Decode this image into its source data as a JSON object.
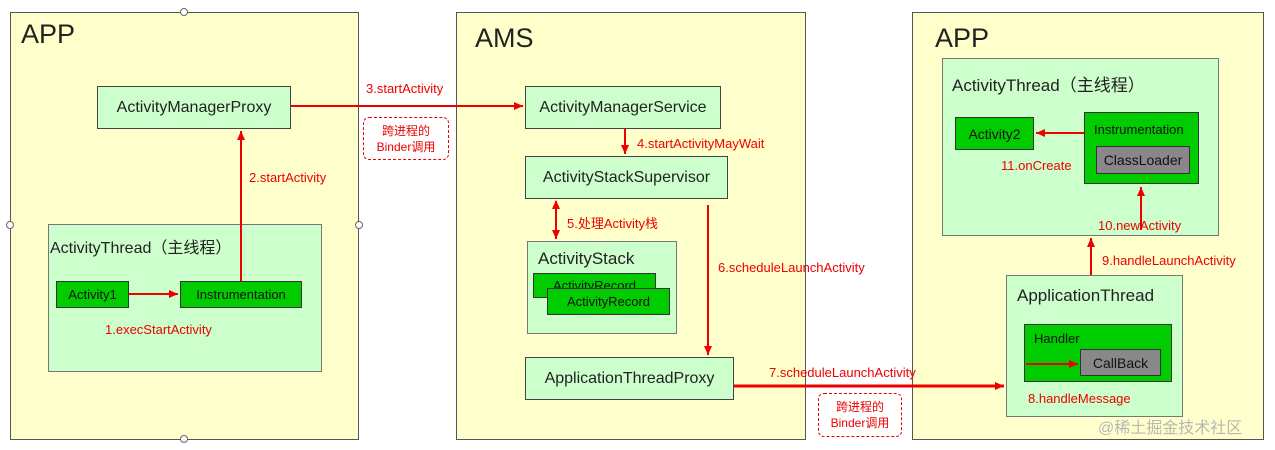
{
  "left_app": {
    "title": "APP",
    "proxy": "ActivityManagerProxy",
    "thread_title": "ActivityThread（主线程）",
    "activity": "Activity1",
    "instrumentation": "Instrumentation"
  },
  "ams": {
    "title": "AMS",
    "service": "ActivityManagerService",
    "supervisor": "ActivityStackSupervisor",
    "stack_title": "ActivityStack",
    "record_back": "ActivityRecord",
    "record_front": "ActivityRecord",
    "app_thread_proxy": "ApplicationThreadProxy"
  },
  "right_app": {
    "title": "APP",
    "thread_title": "ActivityThread（主线程）",
    "activity": "Activity2",
    "instrumentation": "Instrumentation",
    "classloader": "ClassLoader",
    "app_thread_title": "ApplicationThread",
    "handler": "Handler",
    "callback": "CallBack"
  },
  "steps": {
    "s1": "1.execStartActivity",
    "s2": "2.startActivity",
    "s3": "3.startActivity",
    "s4": "4.startActivityMayWait",
    "s5": "5.处理Activity栈",
    "s6": "6.scheduleLaunchActivity",
    "s7": "7.scheduleLaunchActivity",
    "s8": "8.handleMessage",
    "s9": "9.handleLaunchActivity",
    "s10": "10.newActivity",
    "s11": "11.onCreate"
  },
  "binder_note": {
    "line1": "跨进程的",
    "line2": "Binder调用"
  },
  "watermark": "@稀土掘金技术社区"
}
